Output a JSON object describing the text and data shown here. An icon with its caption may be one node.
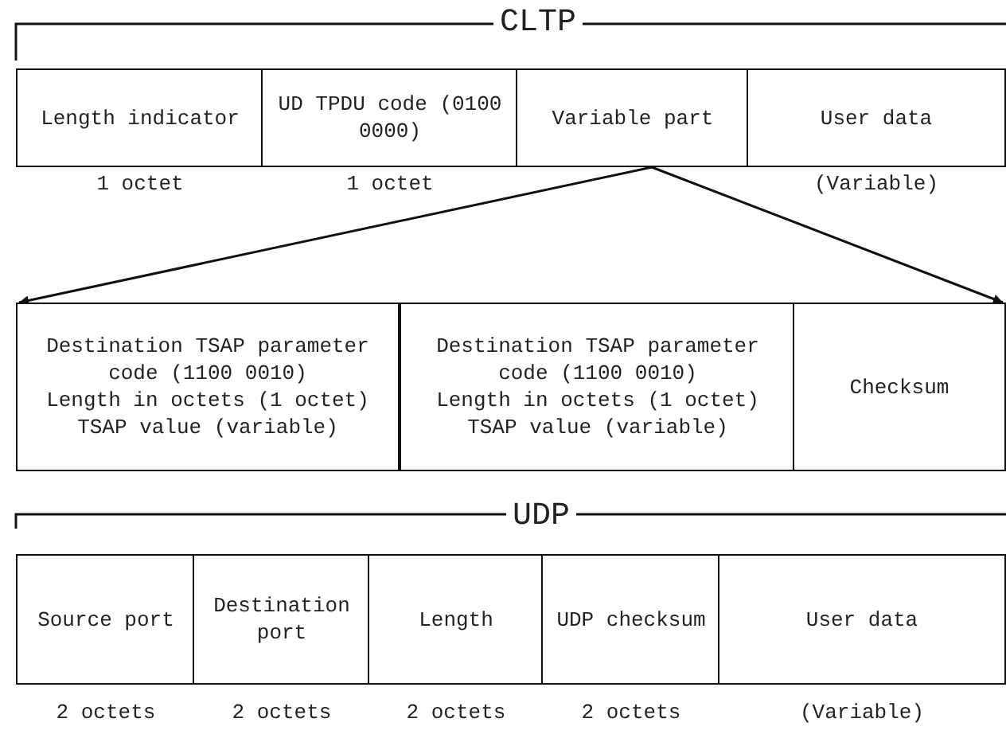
{
  "diagram": {
    "nodes": [
      {
        "text": [
          "Length indicator"
        ],
        "beside": [
          "1 octet"
        ]
      },
      {
        "text": [
          "UD TPDU code (0100 0000)"
        ],
        "beside": [
          "1 octet"
        ]
      },
      {
        "text": [
          "Variable part"
        ]
      },
      {
        "text": [
          "User data"
        ],
        "beside": [
          "(Variable)"
        ]
      },
      {
        "text": [
          "Destination TSAP parameter code (1100 0010)",
          "Length in octets (1 octet)",
          "TSAP value (variable)"
        ]
      },
      {
        "text": [
          "Destination TSAP parameter code (1100 0010)",
          "Length in octets (1 octet)",
          "TSAP value (variable)"
        ]
      },
      {
        "text": [
          "Checksum"
        ]
      },
      {
        "text": [
          "Source port"
        ],
        "beside": [
          "2 octets"
        ]
      },
      {
        "text": [
          "Destination port"
        ],
        "beside": [
          "2 octets"
        ]
      },
      {
        "text": [
          "Length"
        ],
        "beside": [
          "2 octets"
        ]
      },
      {
        "text": [
          "UDP checksum"
        ],
        "beside": [
          "2 octets"
        ]
      },
      {
        "text": [
          "User data"
        ],
        "beside": [
          "(Variable)"
        ]
      }
    ],
    "edges": [
      {
        "from": 2,
        "to": 4,
        "arrow": "to"
      },
      {
        "from": 2,
        "to": 6,
        "arrow": "to"
      }
    ],
    "labels": [
      "CLTP",
      "UDP"
    ]
  }
}
